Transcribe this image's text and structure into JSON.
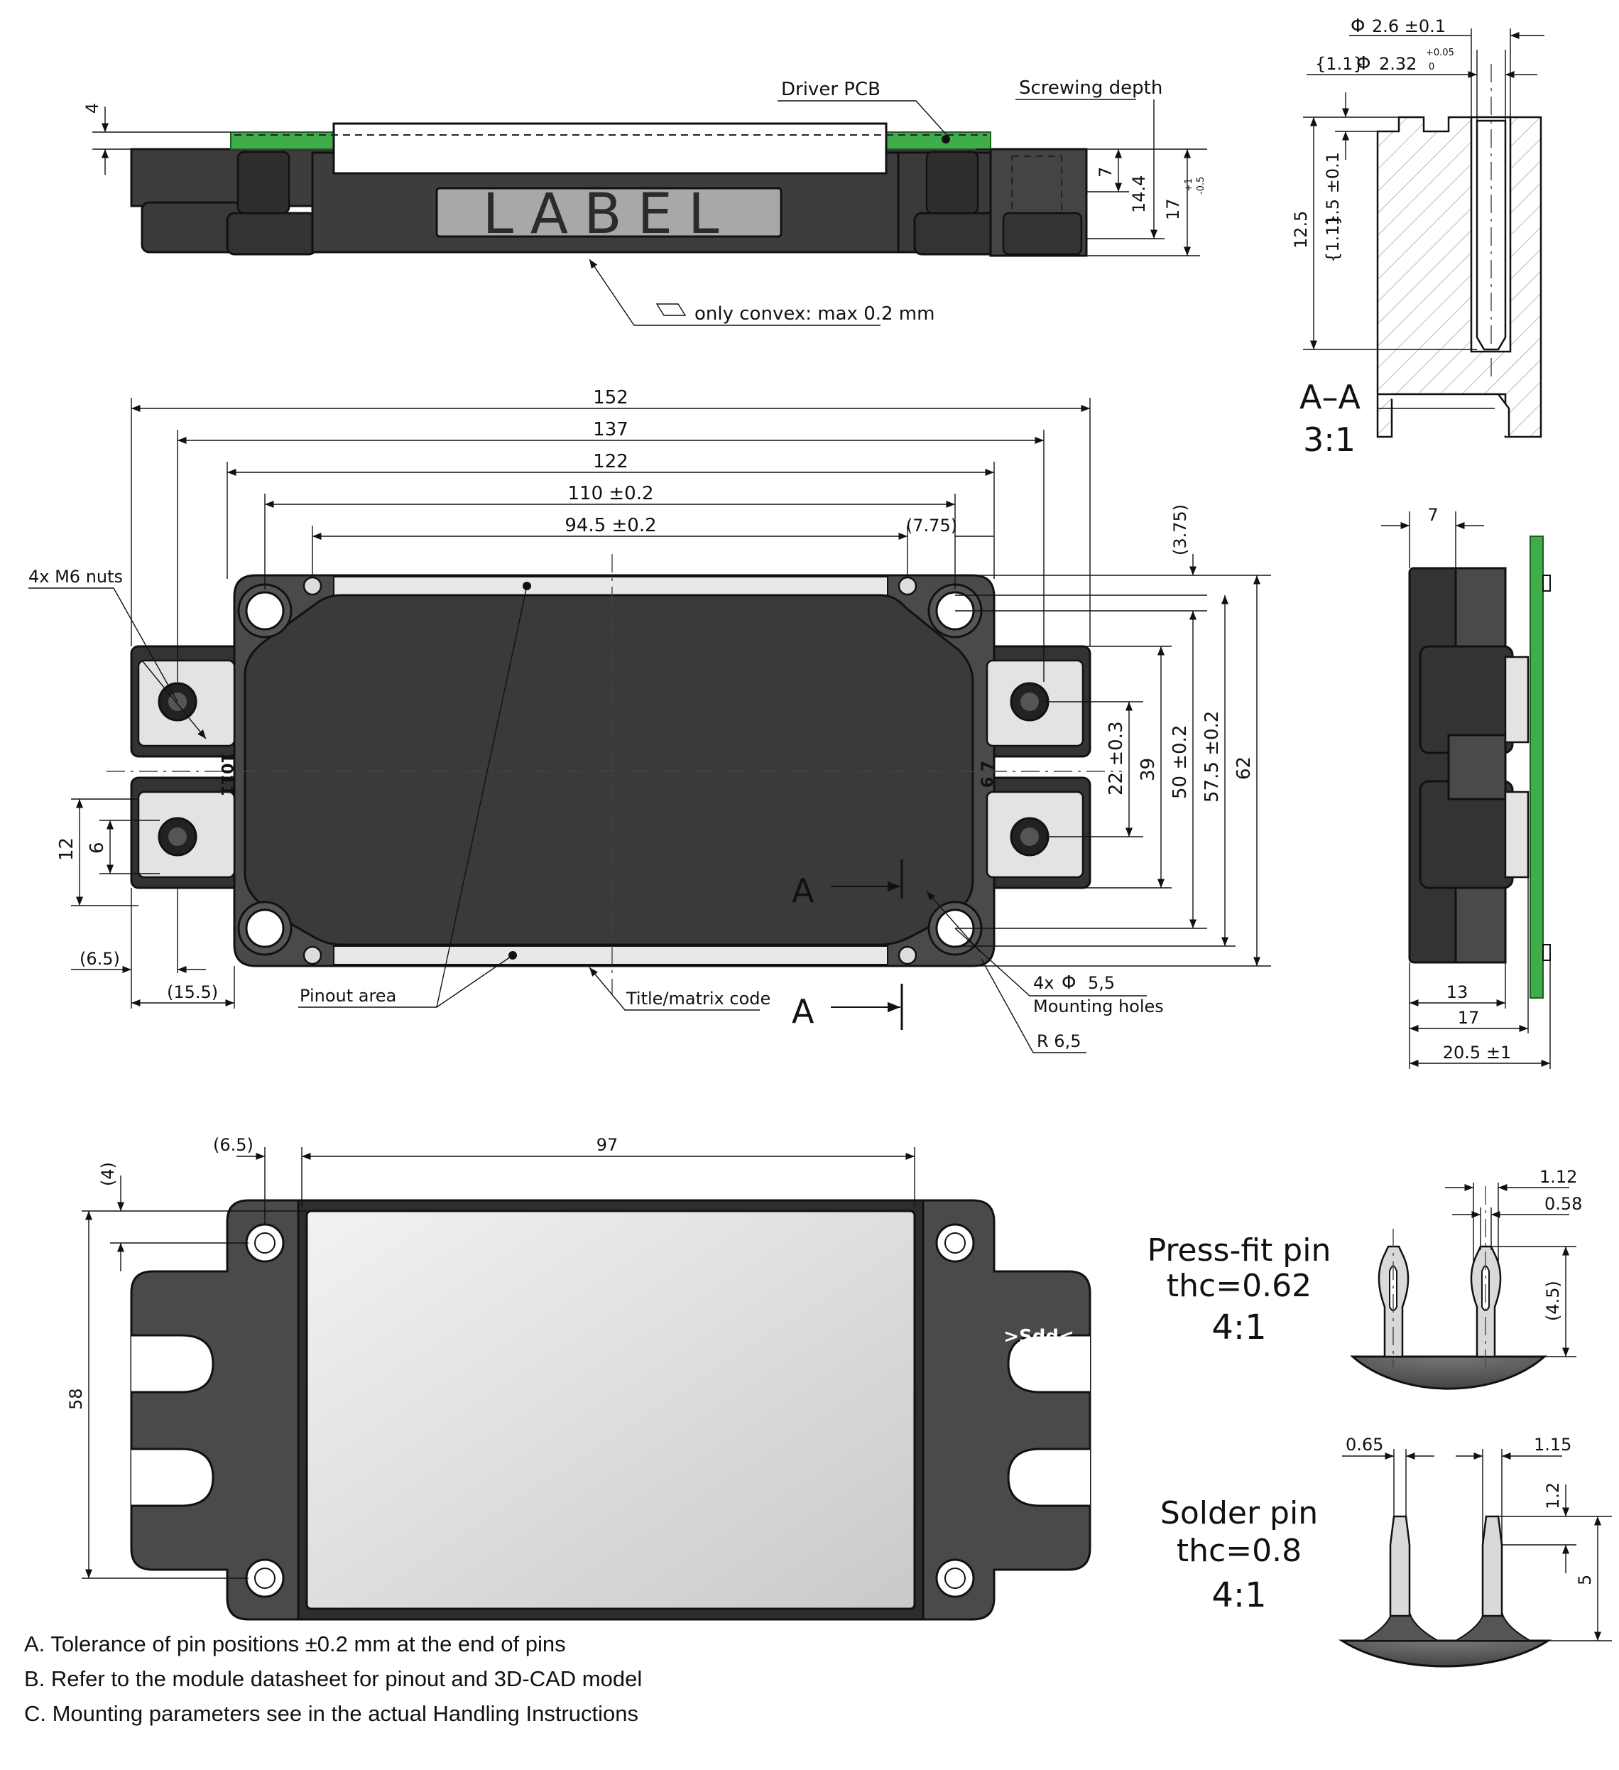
{
  "side_view": {
    "callout_driver_pcb": "Driver PCB",
    "callout_screwing_depth": "Screwing depth",
    "label_text": "LABEL",
    "flatness_note": "only convex: max 0.2 mm",
    "dim_4": "4",
    "dim_7": "7",
    "dim_14_4": "14.4",
    "dim_17": "17",
    "dim_17_tol_plus": "+1",
    "dim_17_tol_minus": "-0.5"
  },
  "section_aa": {
    "dim_diam_2_6": "2.6 ±0.1",
    "dim_ref_1_1": "{1.1}",
    "dim_diam_2_32": "2.32",
    "dim_2_32_tol_plus": "+0.05",
    "dim_2_32_tol_minus": "0",
    "dim_12_5": "12.5",
    "dim_ref_1_1_b": "{1.1}",
    "dim_1_5": "1.5 ±0.1",
    "section_name": "A–A",
    "scale": "3:1",
    "diameter_symbol": "Φ"
  },
  "top_view": {
    "dim_152": "152",
    "dim_137": "137",
    "dim_122": "122",
    "dim_110": "110 ±0.2",
    "dim_94_5": "94.5 ±0.2",
    "dim_7_75": "(7.75)",
    "dim_3_75": "(3.75)",
    "dim_22": "22 ±0.3",
    "dim_39": "39",
    "dim_50": "50 ±0.2",
    "dim_57_5": "57.5 ±0.2",
    "dim_62": "62",
    "dim_12": "12",
    "dim_6": "6",
    "dim_6_5": "(6.5)",
    "dim_15_5": "(15.5)",
    "callout_m6_nuts": "4x M6 nuts",
    "callout_pinout_area": "Pinout area",
    "callout_title_matrix": "Title/matrix code",
    "callout_mounting_qty": "4x",
    "callout_mounting_dia": "5,5",
    "callout_mounting_holes": "Mounting holes",
    "callout_radius": "R 6,5",
    "section_marker": "A",
    "pin_label_left": "1011",
    "pin_label_right": "6 7"
  },
  "end_view": {
    "dim_7": "7",
    "dim_13": "13",
    "dim_17": "17",
    "dim_20_5": "20.5 ±1"
  },
  "bottom_view": {
    "dim_6_5": "(6.5)",
    "dim_97": "97",
    "dim_4": "(4)",
    "dim_58": "58",
    "logo_text": ">Sdd<"
  },
  "press_fit_pin": {
    "title": "Press-fit pin",
    "thickness": "thc=0.62",
    "scale": "4:1",
    "dim_1_12": "1.12",
    "dim_0_58": "0.58",
    "dim_4_5": "(4.5)"
  },
  "solder_pin": {
    "title": "Solder pin",
    "thickness": "thc=0.8",
    "scale": "4:1",
    "dim_0_65": "0.65",
    "dim_1_15": "1.15",
    "dim_1_2": "1.2",
    "dim_5": "5"
  },
  "notes": [
    "A.  Tolerance of pin positions ±0.2 mm at the end of pins",
    "B.  Refer to the module datasheet for pinout and 3D-CAD model",
    "C.  Mounting parameters see in the actual Handling Instructions"
  ]
}
